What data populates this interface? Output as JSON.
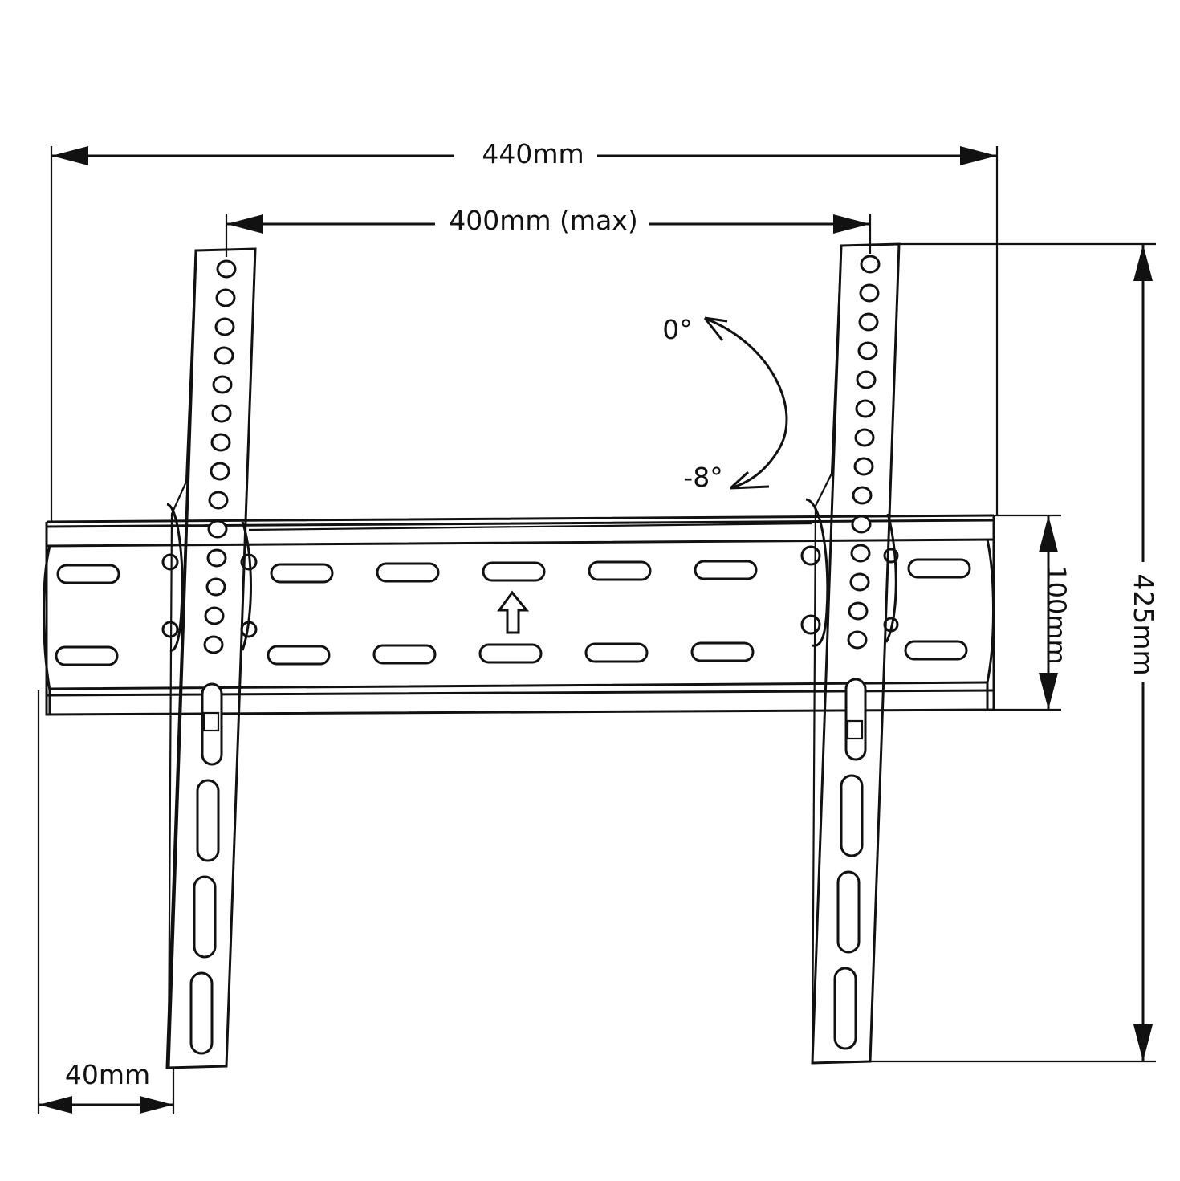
{
  "dimensions": {
    "overall_width": "440mm",
    "hole_spacing": "400mm (max)",
    "rail_height": "100mm",
    "overall_height": "425mm",
    "wall_depth": "40mm"
  },
  "tilt": {
    "upper": "0°",
    "lower": "-8°"
  }
}
